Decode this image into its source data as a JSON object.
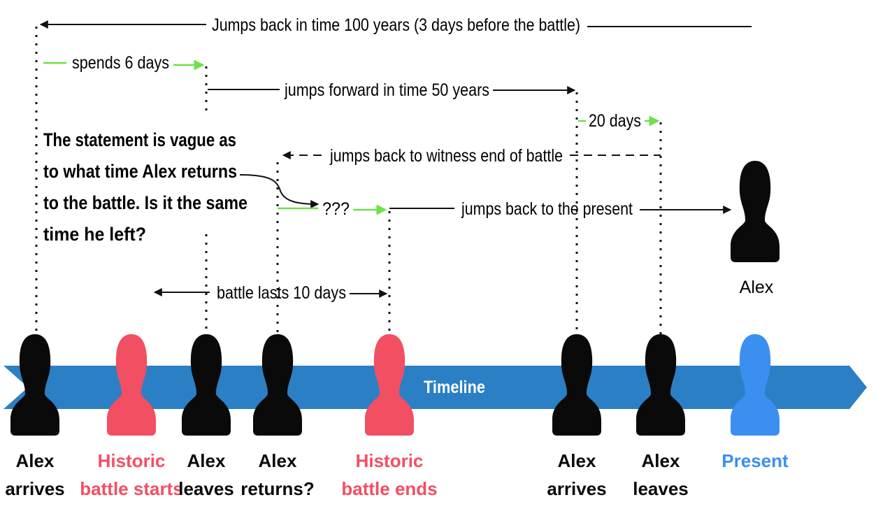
{
  "annotations": {
    "jump_back_100": "Jumps back in time 100 years (3 days before the battle)",
    "spends_6_days": "spends 6 days",
    "jump_forward_50": "jumps forward in time 50 years",
    "twenty_days": "20 days",
    "jump_back_witness": "jumps back to witness end of battle",
    "unknown": "???",
    "jump_back_present": "jumps back to the present",
    "battle_lasts": "battle lasts 10 days"
  },
  "note": {
    "lines": [
      "The statement is vague as",
      "to what time Alex returns",
      "to the battle. Is it the same",
      "time he left?"
    ]
  },
  "present_alex_label": "Alex",
  "timeline": {
    "label": "Timeline",
    "band_color": "#2b80c5"
  },
  "colors": {
    "alex": "#0a0a0a",
    "historic": "#f24f62",
    "present": "#3a8ff0",
    "green": "#6ee04a"
  },
  "figures": [
    {
      "line1": "Alex",
      "line2": "arrives",
      "kind": "alex"
    },
    {
      "line1": "Historic",
      "line2": "battle starts",
      "kind": "historic"
    },
    {
      "line1": "Alex",
      "line2": "leaves",
      "kind": "alex"
    },
    {
      "line1": "Alex",
      "line2": "returns?",
      "kind": "alex"
    },
    {
      "line1": "Historic",
      "line2": "battle ends",
      "kind": "historic"
    },
    {
      "line1": "Alex",
      "line2": "arrives",
      "kind": "alex"
    },
    {
      "line1": "Alex",
      "line2": "leaves",
      "kind": "alex"
    },
    {
      "line1": "Present",
      "line2": "",
      "kind": "present"
    }
  ]
}
